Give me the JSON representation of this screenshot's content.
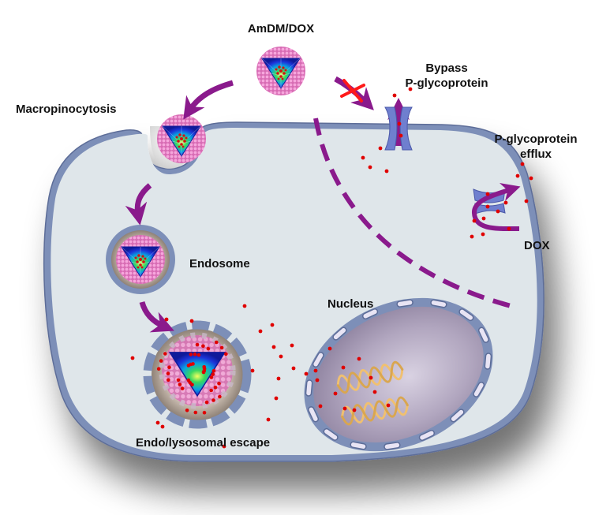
{
  "title": "AmDM/DOX cellular uptake and drug release mechanism",
  "labels": {
    "nanoparticle": "AmDM/DOX",
    "macropinocytosis": "Macropinocytosis",
    "bypass_line1": "Bypass",
    "bypass_line2": "P-glycoprotein",
    "efflux_line1": "P-glycoprotein",
    "efflux_line2": "efflux",
    "dox": "DOX",
    "endosome": "Endosome",
    "nucleus": "Nucleus",
    "escape": "Endo/lysosomal escape"
  },
  "colors": {
    "arrow": "#8a1a8c",
    "membrane": "#7d8fb8",
    "membrane_dark": "#5d6d98",
    "cytoplasm": "#dfe6ea",
    "nucleus_fill": "#a79cb4",
    "dox_dot": "#e00000",
    "particle_shell": "#e58ac8",
    "particle_core_blue": "#1c33d8",
    "particle_core_green": "#38d860",
    "particle_core_red": "#d41010",
    "dna": "#f0c070",
    "blocked_cross": "#ff1a1a",
    "transporter": "#6f7fcf"
  },
  "pathway": [
    "AmDM/DOX",
    "Macropinocytosis",
    "Endosome",
    "Endo/lysosomal escape",
    "Nucleus"
  ]
}
